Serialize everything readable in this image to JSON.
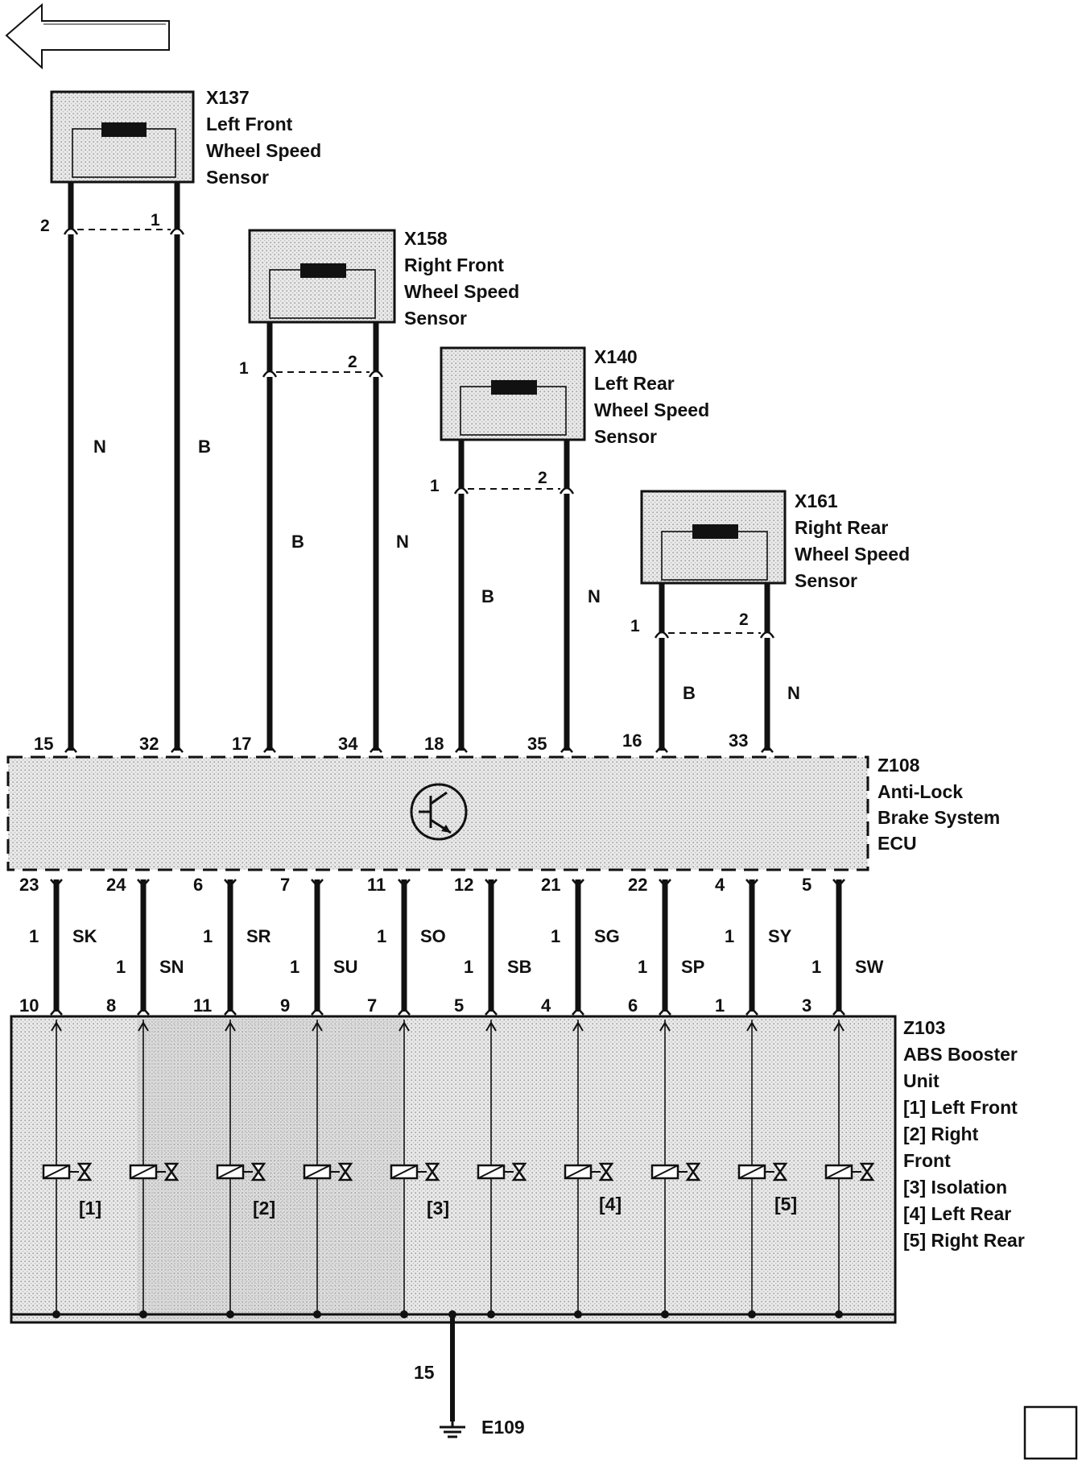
{
  "sensors": [
    {
      "id": "X137",
      "desc": [
        "Left Front",
        "Wheel Speed",
        "Sensor"
      ],
      "pinA": "2",
      "pinB": "1",
      "wireA": "N",
      "wireB": "B",
      "ecuA": "15",
      "ecuB": "32"
    },
    {
      "id": "X158",
      "desc": [
        "Right Front",
        "Wheel Speed",
        "Sensor"
      ],
      "pinA": "1",
      "pinB": "2",
      "wireA": "B",
      "wireB": "N",
      "ecuA": "17",
      "ecuB": "34"
    },
    {
      "id": "X140",
      "desc": [
        "Left Rear",
        "Wheel Speed",
        "Sensor"
      ],
      "pinA": "1",
      "pinB": "2",
      "wireA": "B",
      "wireB": "N",
      "ecuA": "18",
      "ecuB": "35"
    },
    {
      "id": "X161",
      "desc": [
        "Right Rear",
        "Wheel Speed",
        "Sensor"
      ],
      "pinA": "1",
      "pinB": "2",
      "wireA": "B",
      "wireB": "N",
      "ecuA": "16",
      "ecuB": "33"
    }
  ],
  "ecu": {
    "id": "Z108",
    "desc": [
      "Anti-Lock",
      "Brake System",
      "ECU"
    ]
  },
  "booster": {
    "id": "Z103",
    "desc": [
      "ABS Booster",
      "Unit",
      "[1]  Left Front",
      "[2]  Right",
      "Front",
      "[3]  Isolation",
      "[4]  Left Rear",
      "[5]  Right Rear"
    ]
  },
  "links": [
    {
      "top": "23",
      "size": "1",
      "code": "SK",
      "bottom": "10"
    },
    {
      "top": "24",
      "size": "1",
      "code": "SN",
      "bottom": "8"
    },
    {
      "top": "6",
      "size": "1",
      "code": "SR",
      "bottom": "11"
    },
    {
      "top": "7",
      "size": "1",
      "code": "SU",
      "bottom": "9"
    },
    {
      "top": "11",
      "size": "1",
      "code": "SO",
      "bottom": "7"
    },
    {
      "top": "12",
      "size": "1",
      "code": "SB",
      "bottom": "5"
    },
    {
      "top": "21",
      "size": "1",
      "code": "SG",
      "bottom": "4"
    },
    {
      "top": "22",
      "size": "1",
      "code": "SP",
      "bottom": "6"
    },
    {
      "top": "4",
      "size": "1",
      "code": "SY",
      "bottom": "1"
    },
    {
      "top": "5",
      "size": "1",
      "code": "SW",
      "bottom": "3"
    }
  ],
  "valve_groups": [
    "[1]",
    "[2]",
    "[3]",
    "[4]",
    "[5]"
  ],
  "ground": {
    "wire": "15",
    "id": "E109"
  }
}
